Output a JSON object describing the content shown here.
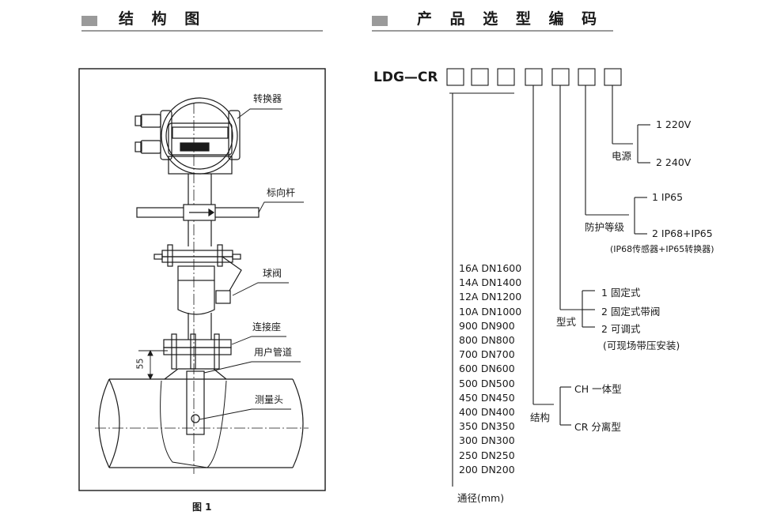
{
  "structure_section": {
    "title": "结 构 图",
    "figure_caption": "图 1",
    "labels": {
      "converter": "转换器",
      "direction_rod": "标向杆",
      "ball_valve": "球阀",
      "connection_seat": "连接座",
      "user_pipe": "用户管道",
      "probe": "测量头",
      "dimension": "55"
    }
  },
  "model_section": {
    "title": "产 品 选 型 编 码",
    "model_prefix": "LDG—CR",
    "power": {
      "label": "电源",
      "options": [
        "1  220V",
        "2  240V"
      ]
    },
    "protection": {
      "label": "防护等级",
      "options": [
        "1  IP65",
        "2  IP68+IP65"
      ],
      "note": "(IP68传感器+IP65转换器)"
    },
    "type": {
      "label": "型式",
      "options": [
        "1  固定式",
        "2  固定式带阀",
        "2  可调式"
      ],
      "note": "(可现场带压安装)"
    },
    "structure": {
      "label": "结构",
      "options": [
        "CH 一体型",
        "CR  分离型"
      ]
    },
    "diameter": {
      "label": "通径(mm)",
      "options": [
        "16A  DN1600",
        "14A  DN1400",
        "12A  DN1200",
        "10A  DN1000",
        "900  DN900",
        "800  DN800",
        "700  DN700",
        "600  DN600",
        "500  DN500",
        "450  DN450",
        "400  DN400",
        "350  DN350",
        "300  DN300",
        "250  DN250",
        "200  DN200"
      ]
    }
  }
}
